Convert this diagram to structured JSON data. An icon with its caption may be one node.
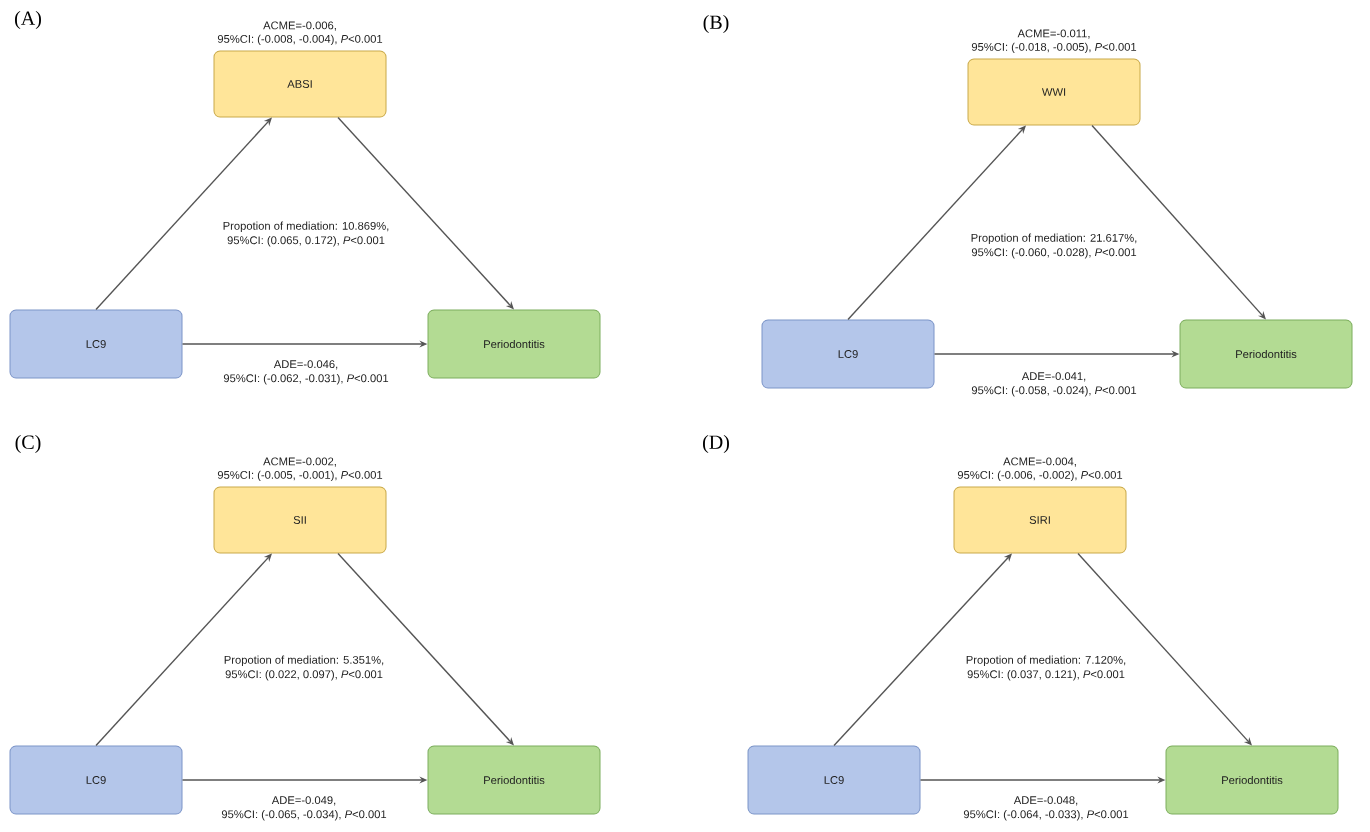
{
  "diagram": {
    "nodes": [
      {
        "text": [
          "ABSI"
        ],
        "beside": [
          "ACME=-0.006,",
          "95%CI: (-0.008, -0.004), *P*<0.001"
        ]
      },
      {
        "text": [
          "LC9"
        ]
      },
      {
        "text": [
          "Periodontitis"
        ]
      },
      {
        "text": [
          "WWI"
        ],
        "beside": [
          "ACME=-0.011,",
          "95%CI: (-0.018, -0.005), *P*<0.001"
        ]
      },
      {
        "text": [
          "LC9"
        ]
      },
      {
        "text": [
          "Periodontitis"
        ]
      },
      {
        "text": [
          "SII"
        ],
        "beside": [
          "ACME=-0.002,",
          "95%CI: (-0.005, -0.001), *P*<0.001"
        ]
      },
      {
        "text": [
          "LC9"
        ]
      },
      {
        "text": [
          "Periodontitis"
        ]
      },
      {
        "text": [
          "SIRI"
        ],
        "beside": [
          "ACME=-0.004,",
          "95%CI: (-0.006, -0.002), *P*<0.001"
        ]
      },
      {
        "text": [
          "LC9"
        ]
      },
      {
        "text": [
          "Periodontitis"
        ]
      }
    ],
    "edges": [
      {
        "from": 1,
        "to": 0,
        "arrow": "to"
      },
      {
        "from": 0,
        "to": 2,
        "arrow": "to"
      },
      {
        "from": 1,
        "to": 2,
        "arrow": "to"
      },
      {
        "from": 4,
        "to": 3,
        "arrow": "to"
      },
      {
        "from": 3,
        "to": 5,
        "arrow": "to"
      },
      {
        "from": 4,
        "to": 5,
        "arrow": "to"
      },
      {
        "from": 7,
        "to": 6,
        "arrow": "to"
      },
      {
        "from": 6,
        "to": 8,
        "arrow": "to"
      },
      {
        "from": 7,
        "to": 8,
        "arrow": "to"
      },
      {
        "from": 10,
        "to": 9,
        "arrow": "to"
      },
      {
        "from": 9,
        "to": 11,
        "arrow": "to"
      },
      {
        "from": 10,
        "to": 11,
        "arrow": "to"
      }
    ],
    "labels": [
      "(A)",
      "Propotion of mediation: 10.869%,",
      "95%CI: (0.065, 0.172), *P*<0.001",
      "ADE=-0.046,",
      "95%CI: (-0.062, -0.031), *P*<0.001",
      "(B)",
      "Propotion of mediation: 21.617%,",
      "95%CI: (-0.060, -0.028), *P*<0.001",
      "ADE=-0.041,",
      "95%CI: (-0.058, -0.024), *P*<0.001",
      "(C)",
      "Propotion of mediation: 5.351%,",
      "95%CI: (0.022, 0.097), *P*<0.001",
      "ADE=-0.049,",
      "95%CI: (-0.065, -0.034), *P*<0.001",
      "(D)",
      "Propotion of mediation: 7.120%,",
      "95%CI: (0.037, 0.121), *P*<0.001",
      "ADE=-0.048,",
      "95%CI: (-0.064, -0.033), *P*<0.001"
    ]
  }
}
